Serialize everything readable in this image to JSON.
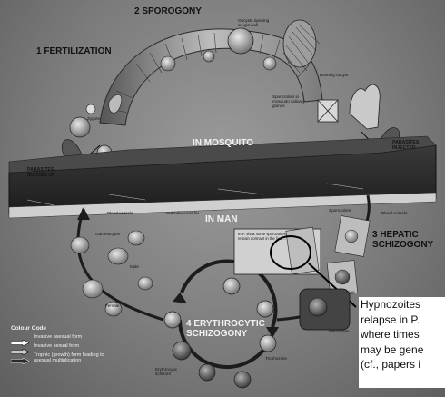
{
  "stages": {
    "fertilization": "1 FERTILIZATION",
    "sporogony": "2 SPOROGONY",
    "hepatic_line1": "3 HEPATIC",
    "hepatic_line2": "SCHIZOGONY",
    "erythrocytic_line1": "4 ERYTHROCYTIC",
    "erythrocytic_line2": "SCHIZOGONY"
  },
  "regions": {
    "mosquito": "IN MOSQUITO",
    "man": "IN MAN"
  },
  "labels": {
    "parasites_sucked_line1": "PARASITES",
    "parasites_sucked_line2": "SUCKED UP",
    "parasites_injected_line1": "PARASITES",
    "parasites_injected_line2": "INJECTED",
    "oocysts_ripening_line1": "Oocysts ripening",
    "oocysts_ripening_line2": "on gut wall",
    "bursting_oocyst": "Bursting oocyst",
    "sporozoites_glands_line1": "Sporozoites in",
    "sporozoites_glands_line2": "mosquito salivary",
    "sporozoites_glands_line3": "glands",
    "zygote": "Zygote",
    "blood_vessels_left": "Blood vessels",
    "subcutaneous_fat": "Subcutaneous fat",
    "sporozoites": "Sporozoites",
    "blood_vessels_right": "Blood vessels",
    "gametocytes": "Gametocytes",
    "male": "Male",
    "female": "Female",
    "liver": "Liver",
    "merozoites": "Merozoites",
    "trophozoite": "Trophozoite",
    "erythrocytic_schizont_line1": "Erythrocytic",
    "erythrocytic_schizont_line2": "schizont",
    "inset_note": "In P. vivax some sporozoites remain dormant in the liver..."
  },
  "callout": {
    "line1": "Hypnozoites",
    "line2": "relapse in P.",
    "line3": "where times",
    "line4": "may be gene",
    "line5": "(cf., papers i"
  },
  "legend": {
    "title": "Colour Code",
    "items": [
      {
        "label": "Invasive asexual form",
        "fill": "#ffffff"
      },
      {
        "label": "Invasive sexual form",
        "fill": "#c8c8c8"
      },
      {
        "label": "Trophic (growth) form leading to asexual multiplication",
        "fill": "#2a2a2a"
      }
    ]
  },
  "colors": {
    "skin_band": "#2b2b2b",
    "callout_bg": "#ffffff"
  }
}
